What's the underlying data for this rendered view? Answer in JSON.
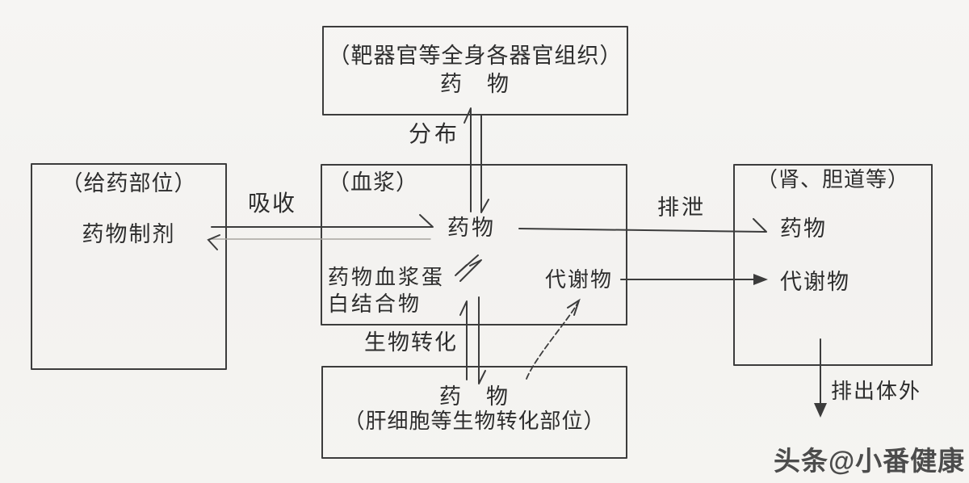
{
  "diagram": {
    "boxes": {
      "target_organs": {
        "line1": "（靶器官等全身各器官组织）",
        "line2": "药　物"
      },
      "admin_site": {
        "line1": "（给药部位）",
        "line2": "药物制剂"
      },
      "plasma": {
        "title": "（血浆）",
        "drug": "药物",
        "protein_line1": "药物血浆蛋",
        "protein_line2": "白结合物",
        "metabolite": "代谢物"
      },
      "excretion_organs": {
        "title": "（肾、胆道等）",
        "drug": "药物",
        "metabolite": "代谢物"
      },
      "liver": {
        "line1": "药　物",
        "line2": "（肝细胞等生物转化部位）"
      }
    },
    "labels": {
      "absorption": "吸收",
      "distribution": "分布",
      "excretion": "排泄",
      "biotransformation": "生物转化",
      "excreted_out": "排出体外"
    },
    "watermark": "头条@小番健康",
    "colors": {
      "background": "#f4f3f1",
      "line": "#3c3c3c",
      "faint_line": "#a8a5a0",
      "text": "#2d2d2d",
      "watermark": "#4c4c4c"
    }
  }
}
